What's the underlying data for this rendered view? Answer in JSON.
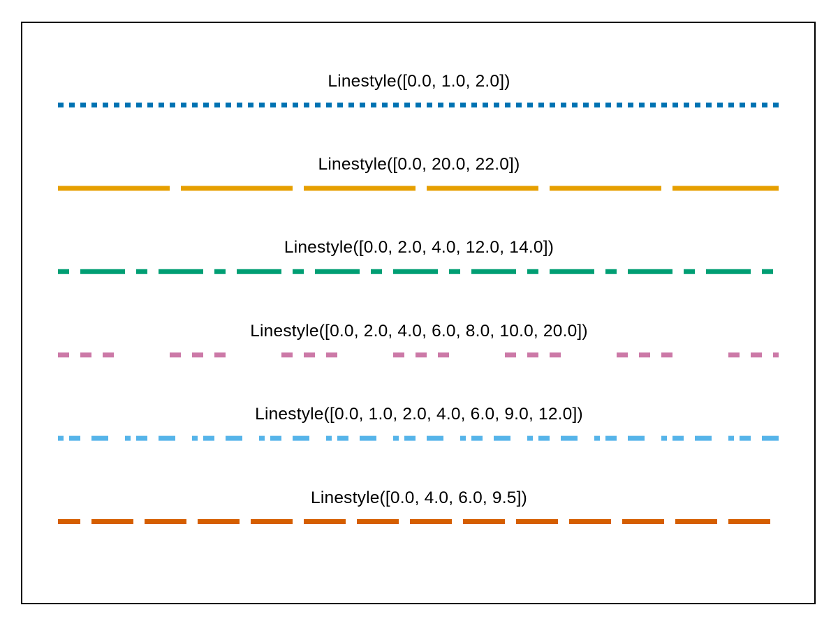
{
  "figure": {
    "background_color": "#ffffff",
    "frame_color": "#000000"
  },
  "chart_data": {
    "type": "line",
    "title": "",
    "xlabel": "",
    "ylabel": "",
    "grid": false,
    "legend": "none",
    "description_style": "six horizontal demo lines, each with its dash-pattern label centered above it",
    "entries": [
      {
        "label": "Linestyle([0.0, 1.0, 2.0])",
        "breakpoints": [
          0.0,
          1.0,
          2.0
        ],
        "color": "#0072B2"
      },
      {
        "label": "Linestyle([0.0, 20.0, 22.0])",
        "breakpoints": [
          0.0,
          20.0,
          22.0
        ],
        "color": "#E69F00"
      },
      {
        "label": "Linestyle([0.0, 2.0, 4.0, 12.0, 14.0])",
        "breakpoints": [
          0.0,
          2.0,
          4.0,
          12.0,
          14.0
        ],
        "color": "#009E73"
      },
      {
        "label": "Linestyle([0.0, 2.0, 4.0, 6.0, 8.0, 10.0, 20.0])",
        "breakpoints": [
          0.0,
          2.0,
          4.0,
          6.0,
          8.0,
          10.0,
          20.0
        ],
        "color": "#CC79A7"
      },
      {
        "label": "Linestyle([0.0, 1.0, 2.0, 4.0, 6.0, 9.0, 12.0])",
        "breakpoints": [
          0.0,
          1.0,
          2.0,
          4.0,
          6.0,
          9.0,
          12.0
        ],
        "color": "#56B4E9"
      },
      {
        "label": "Linestyle([0.0, 4.0, 6.0, 9.5])",
        "breakpoints": [
          0.0,
          4.0,
          6.0,
          9.5
        ],
        "color": "#D55E00"
      }
    ]
  }
}
